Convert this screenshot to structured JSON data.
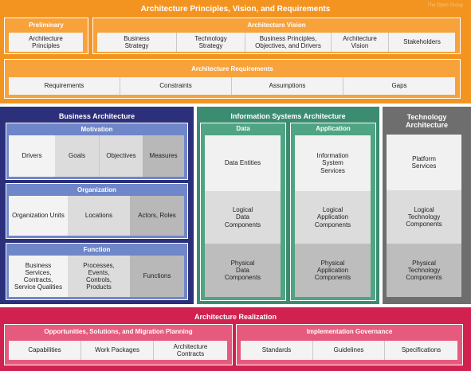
{
  "principles": {
    "title": "Architecture Principles, Vision, and Requirements",
    "watermark": "The Open Group",
    "preliminary": {
      "title": "Preliminary",
      "items": [
        "Architecture\nPrinciples"
      ]
    },
    "vision": {
      "title": "Architecture Vision",
      "items": [
        "Business\nStrategy",
        "Technology\nStrategy",
        "Business Principles,\nObjectives, and Drivers",
        "Architecture\nVision",
        "Stakeholders"
      ]
    },
    "requirements": {
      "title": "Architecture Requirements",
      "items": [
        "Requirements",
        "Constraints",
        "Assumptions",
        "Gaps"
      ]
    }
  },
  "business": {
    "title": "Business Architecture",
    "motivation": {
      "title": "Motivation",
      "items": [
        "Drivers",
        "Goals",
        "Objectives",
        "Measures"
      ]
    },
    "organization": {
      "title": "Organization",
      "items": [
        "Organization Units",
        "Locations",
        "Actors, Roles"
      ]
    },
    "function": {
      "title": "Function",
      "items": [
        "Business\nServices,\nContracts,\nService Qualities",
        "Processes,\nEvents,\nControls,\nProducts",
        "Functions"
      ]
    }
  },
  "info_systems": {
    "title": "Information Systems Architecture",
    "data": {
      "title": "Data",
      "items": [
        "Data Entities",
        "Logical\nData\nComponents",
        "Physical\nData\nComponents"
      ]
    },
    "application": {
      "title": "Application",
      "items": [
        "Information\nSystem\nServices",
        "Logical\nApplication\nComponents",
        "Physical\nApplication\nComponents"
      ]
    }
  },
  "technology": {
    "title": "Technology\nArchitecture",
    "items": [
      "Platform\nServices",
      "Logical\nTechnology\nComponents",
      "Physical\nTechnology\nComponents"
    ]
  },
  "realization": {
    "title": "Architecture Realization",
    "opportunities": {
      "title": "Opportunities, Solutions, and Migration Planning",
      "items": [
        "Capabilities",
        "Work Packages",
        "Architecture\nContracts"
      ]
    },
    "governance": {
      "title": "Implementation Governance",
      "items": [
        "Standards",
        "Guidelines",
        "Specifications"
      ]
    }
  }
}
